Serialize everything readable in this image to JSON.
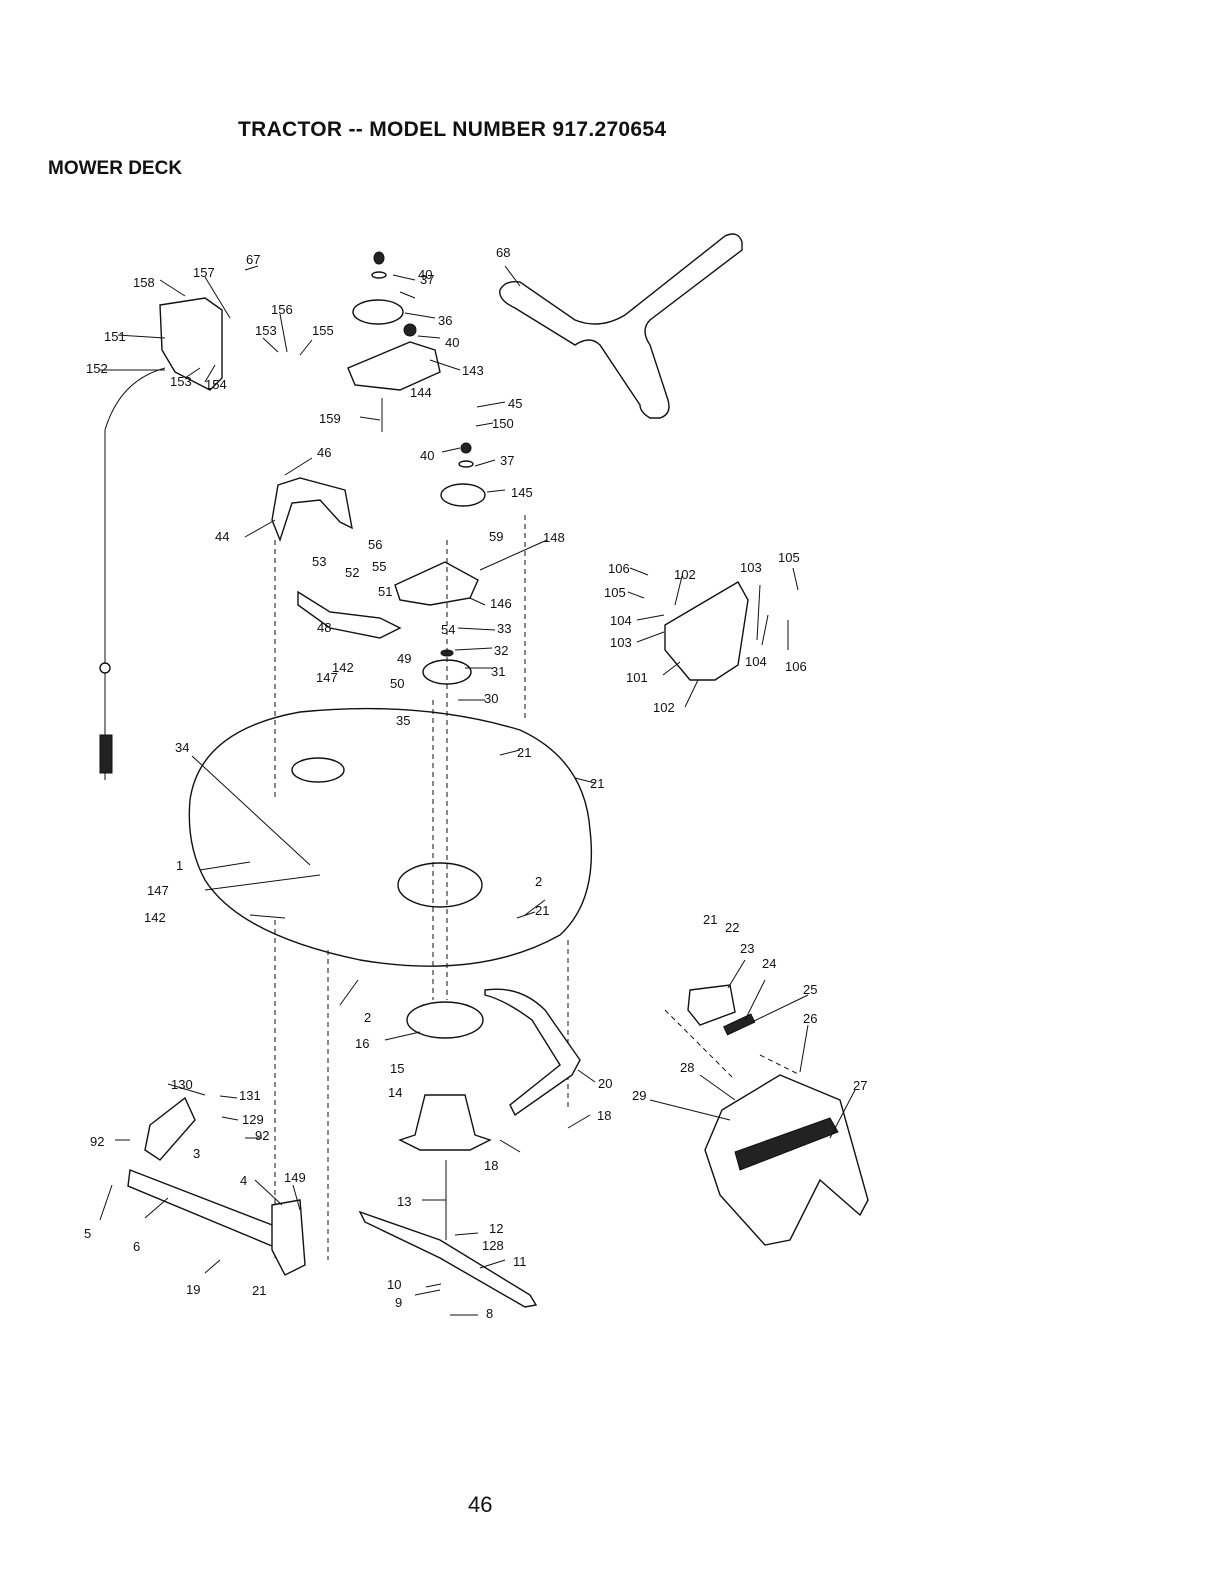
{
  "header": {
    "title": "TRACTOR -- MODEL NUMBER 917.270654",
    "section": "MOWER DECK"
  },
  "footer": {
    "page_number": "46"
  },
  "parts": [
    {
      "ref": "1"
    },
    {
      "ref": "2"
    },
    {
      "ref": "2"
    },
    {
      "ref": "3"
    },
    {
      "ref": "4"
    },
    {
      "ref": "5"
    },
    {
      "ref": "6"
    },
    {
      "ref": "8"
    },
    {
      "ref": "9"
    },
    {
      "ref": "10"
    },
    {
      "ref": "11"
    },
    {
      "ref": "12"
    },
    {
      "ref": "128"
    },
    {
      "ref": "13"
    },
    {
      "ref": "14"
    },
    {
      "ref": "15"
    },
    {
      "ref": "16"
    },
    {
      "ref": "18"
    },
    {
      "ref": "18"
    },
    {
      "ref": "19"
    },
    {
      "ref": "20"
    },
    {
      "ref": "21"
    },
    {
      "ref": "21"
    },
    {
      "ref": "21"
    },
    {
      "ref": "21"
    },
    {
      "ref": "21"
    },
    {
      "ref": "22"
    },
    {
      "ref": "23"
    },
    {
      "ref": "24"
    },
    {
      "ref": "25"
    },
    {
      "ref": "26"
    },
    {
      "ref": "27"
    },
    {
      "ref": "28"
    },
    {
      "ref": "29"
    },
    {
      "ref": "30"
    },
    {
      "ref": "31"
    },
    {
      "ref": "32"
    },
    {
      "ref": "33"
    },
    {
      "ref": "34"
    },
    {
      "ref": "35"
    },
    {
      "ref": "36"
    },
    {
      "ref": "37"
    },
    {
      "ref": "37"
    },
    {
      "ref": "40"
    },
    {
      "ref": "40"
    },
    {
      "ref": "40"
    },
    {
      "ref": "44"
    },
    {
      "ref": "45"
    },
    {
      "ref": "46"
    },
    {
      "ref": "48"
    },
    {
      "ref": "49"
    },
    {
      "ref": "50"
    },
    {
      "ref": "51"
    },
    {
      "ref": "52"
    },
    {
      "ref": "53"
    },
    {
      "ref": "54"
    },
    {
      "ref": "55"
    },
    {
      "ref": "56"
    },
    {
      "ref": "59"
    },
    {
      "ref": "67"
    },
    {
      "ref": "68"
    },
    {
      "ref": "92"
    },
    {
      "ref": "92"
    },
    {
      "ref": "101"
    },
    {
      "ref": "102"
    },
    {
      "ref": "102"
    },
    {
      "ref": "103"
    },
    {
      "ref": "103"
    },
    {
      "ref": "104"
    },
    {
      "ref": "104"
    },
    {
      "ref": "105"
    },
    {
      "ref": "105"
    },
    {
      "ref": "106"
    },
    {
      "ref": "106"
    },
    {
      "ref": "129"
    },
    {
      "ref": "130"
    },
    {
      "ref": "131"
    },
    {
      "ref": "142"
    },
    {
      "ref": "142"
    },
    {
      "ref": "143"
    },
    {
      "ref": "144"
    },
    {
      "ref": "145"
    },
    {
      "ref": "146"
    },
    {
      "ref": "147"
    },
    {
      "ref": "147"
    },
    {
      "ref": "148"
    },
    {
      "ref": "149"
    },
    {
      "ref": "150"
    },
    {
      "ref": "151"
    },
    {
      "ref": "152"
    },
    {
      "ref": "153"
    },
    {
      "ref": "153"
    },
    {
      "ref": "154"
    },
    {
      "ref": "155"
    },
    {
      "ref": "156"
    },
    {
      "ref": "157"
    },
    {
      "ref": "158"
    },
    {
      "ref": "159"
    }
  ]
}
